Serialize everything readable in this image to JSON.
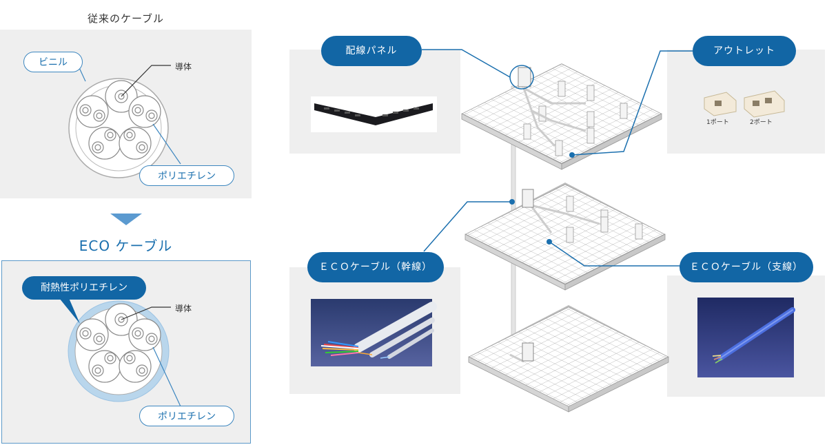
{
  "left": {
    "conventional_caption": "従来のケーブル",
    "eco_caption": "ECO ケーブル",
    "conventional_labels": {
      "vinyl": "ビニル",
      "conductor": "導体",
      "polyethylene": "ポリエチレン"
    },
    "eco_labels": {
      "heat_resistant_polyethylene": "耐熱性ポリエチレン",
      "conductor": "導体",
      "polyethylene": "ポリエチレン"
    }
  },
  "right": {
    "patch_panel_label": "配線パネル",
    "outlet_label": "アウトレット",
    "outlet_1port": "1ポート",
    "outlet_2port": "2ポート",
    "eco_trunk_label": "ＥＣＯケーブル（幹線）",
    "eco_branch_label": "ＥＣＯケーブル（支線）"
  },
  "colors": {
    "accent_blue": "#1266a5",
    "line_blue": "#1a6fae",
    "panel_grey": "#efefef",
    "eco_outer_ring": "#b9d6ec"
  }
}
